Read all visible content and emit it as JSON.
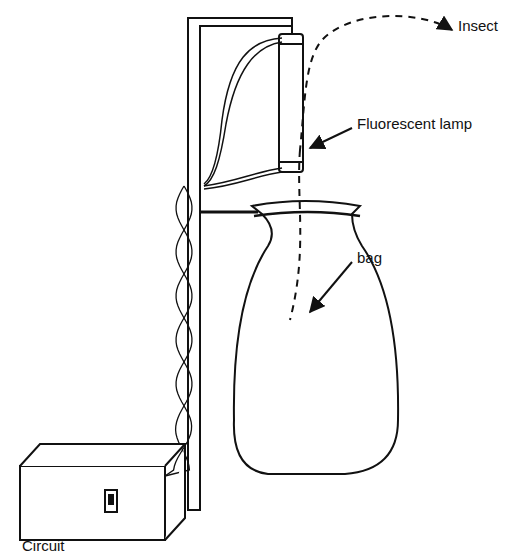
{
  "diagram": {
    "labels": [
      "Insect",
      "Fluorescent lamp",
      "bag",
      "Circuit"
    ]
  }
}
